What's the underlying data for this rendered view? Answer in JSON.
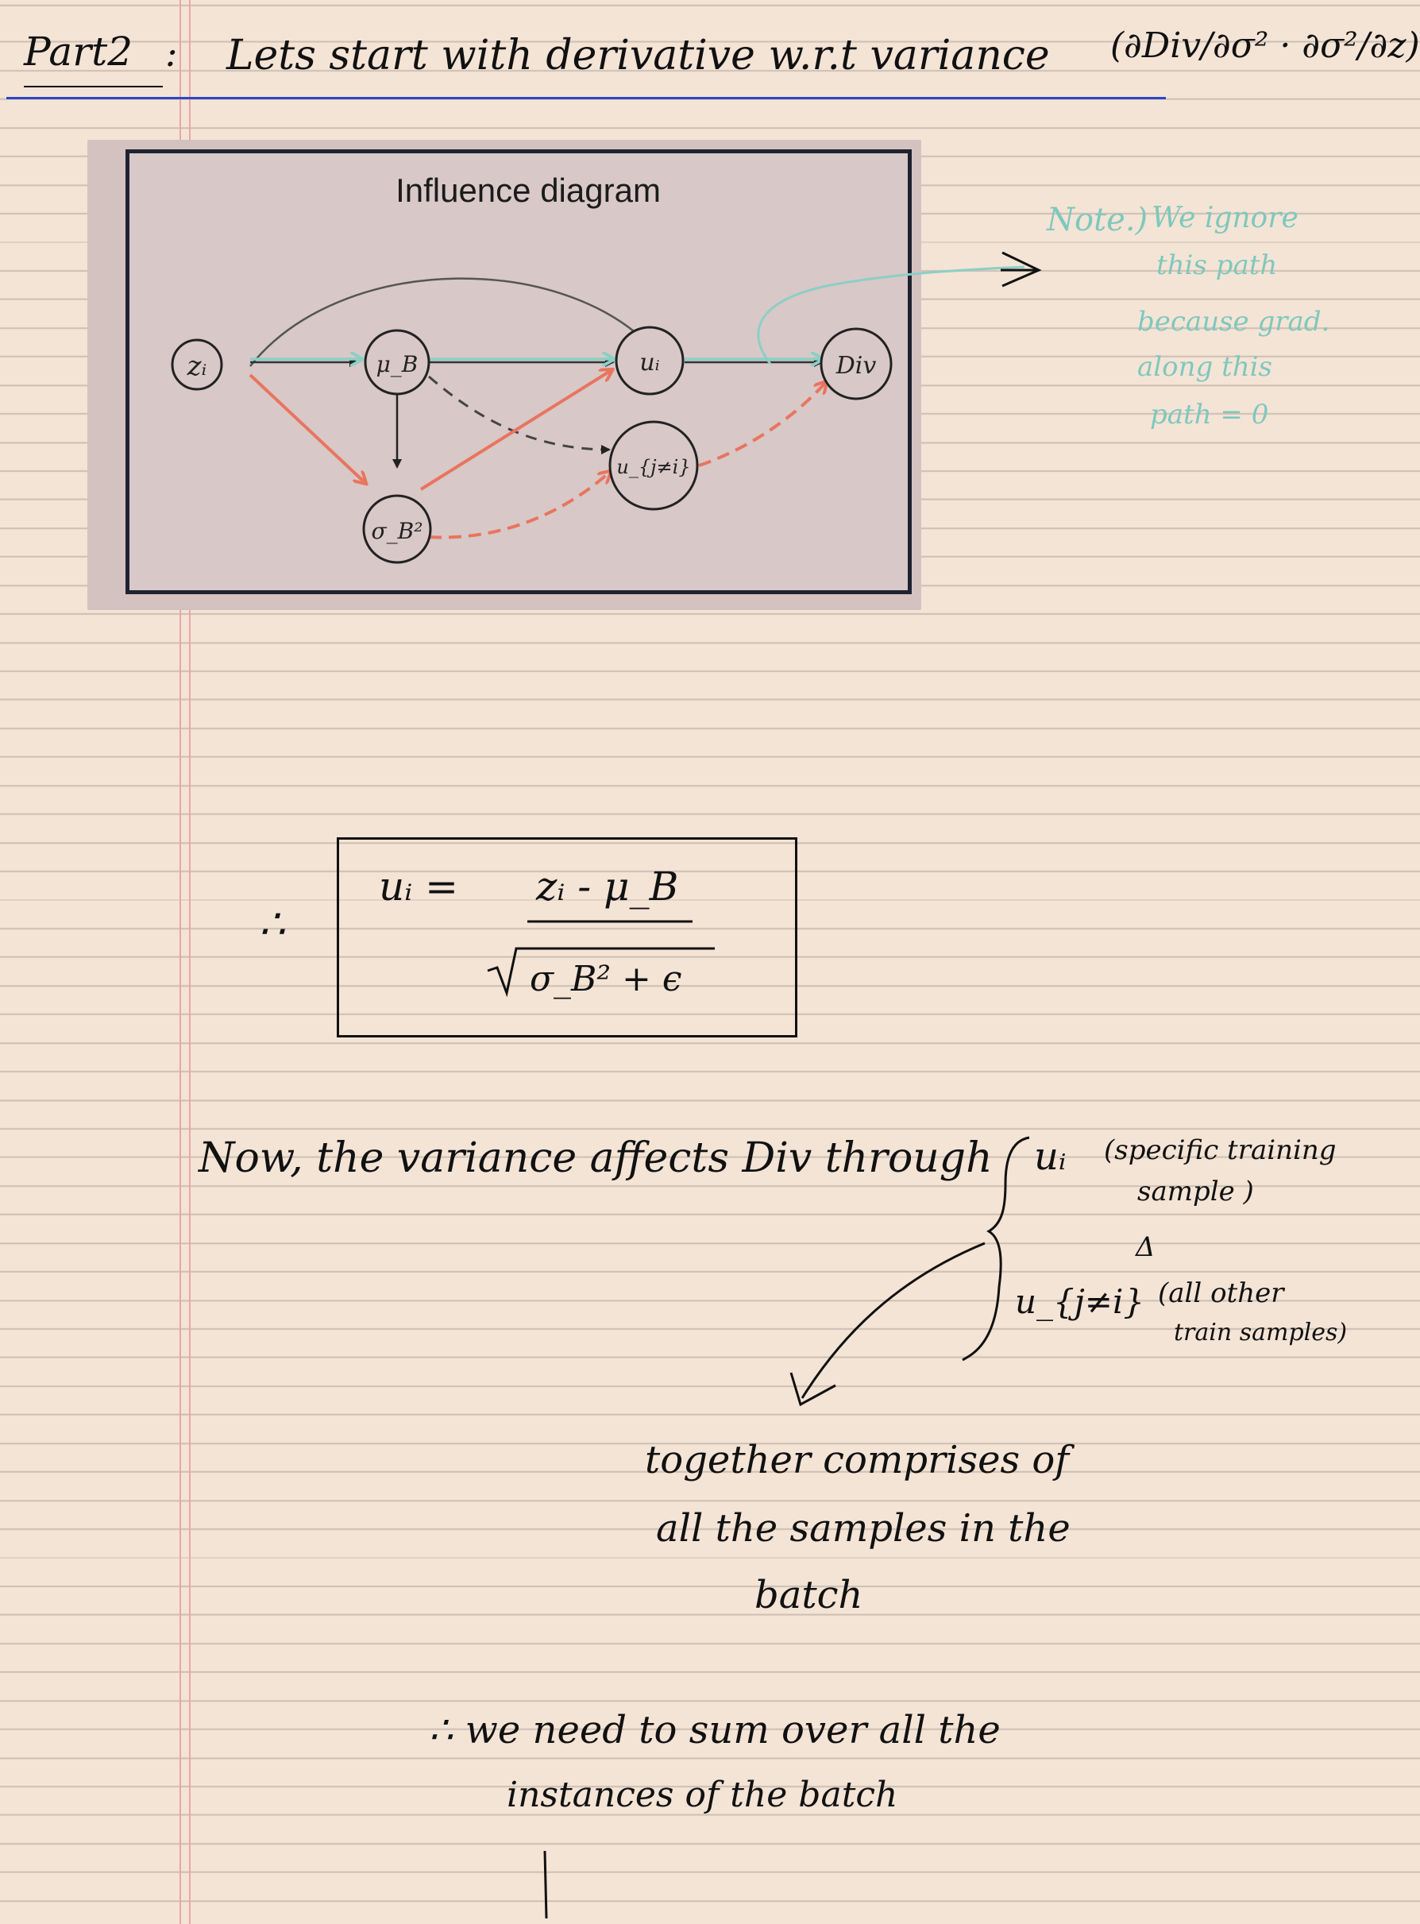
{
  "title": {
    "part": "Part2",
    "colon": ":",
    "heading": "Lets start with derivative w.r.t variance",
    "derivative": "(∂Div/∂σ² · ∂σ²/∂z)"
  },
  "diagram": {
    "title": "Influence diagram",
    "nodes": {
      "z": "zᵢ",
      "mu": "μ_B",
      "sigma": "σ_B²",
      "u": "uᵢ",
      "uj": "u_{j≠i}",
      "div": "Div"
    }
  },
  "note": {
    "label": "Note.)",
    "lines": [
      "We ignore",
      "this path",
      "because grad.",
      "along this",
      "path = 0"
    ]
  },
  "formula": {
    "therefore": "∴",
    "lhs": "uᵢ =",
    "numerator": "zᵢ - μ_B",
    "denominator": "σ_B² + ϵ"
  },
  "text": {
    "line1": "Now, the variance affects Div through",
    "ui_label": "uᵢ",
    "ui_note_line1": "(specific training",
    "ui_note_line2": "sample )",
    "delta": "Δ",
    "uj_label": "u_{j≠i}",
    "uj_note_line1": "(all other",
    "uj_note_line2": "train samples)",
    "together_line1": "together comprises of",
    "together_line2": "all the samples in the",
    "together_line3": "batch",
    "sum_line1": "∴ we need to sum over all the",
    "sum_line2": "instances of the batch"
  },
  "colors": {
    "paper": "#f4e4d6",
    "ruling": "#cdbfb3",
    "margin": "#eaa6a6",
    "title_underline": "#2b46c8",
    "note_teal": "#7fc8bd",
    "arrow_red": "#e8755f",
    "arrow_teal": "#8ccfc6"
  }
}
